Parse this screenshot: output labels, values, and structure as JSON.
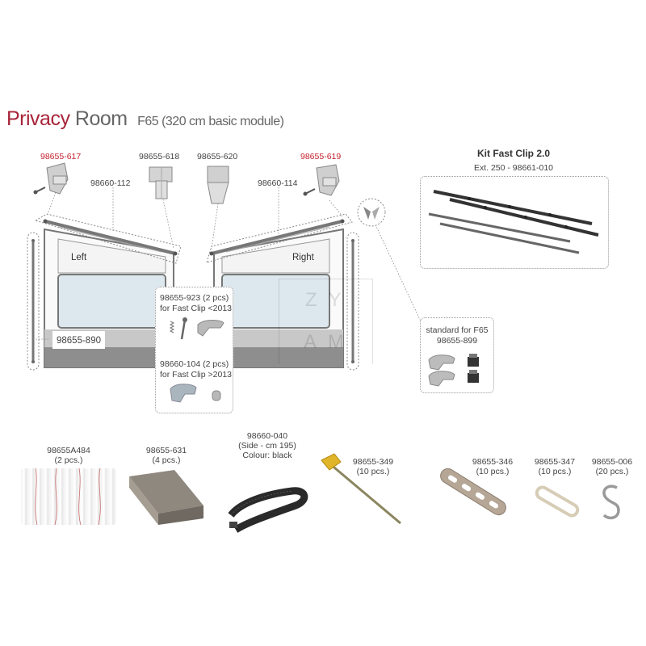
{
  "title": {
    "word1": "Privacy",
    "word2": "Room",
    "subtitle": "F65 (320 cm basic module)"
  },
  "parts_top": {
    "p617": "98655-617",
    "p618": "98655-618",
    "p620": "98655-620",
    "p619": "98655-619",
    "rail_left": "98660-112",
    "rail_right": "98660-114"
  },
  "panel": {
    "left_label": "Left",
    "right_label": "Right"
  },
  "pole_label": "98655-890",
  "clip_box": {
    "line1": "98655-923 (2 pcs)",
    "line2": "for Fast Clip <2013",
    "line3": "98660-104 (2 pcs)",
    "line4": "for Fast Clip >2013"
  },
  "kit_box": {
    "title": "Kit Fast Clip 2.0",
    "subtitle": "Ext. 250 - 98661-010"
  },
  "standard_box": {
    "line1": "standard for F65",
    "line2": "98655-899"
  },
  "watermark": {
    "line1": "ZY",
    "line2": "AM"
  },
  "bottom": [
    {
      "code": "98655A484",
      "qty": "(2 pcs.)"
    },
    {
      "code": "98655-631",
      "qty": "(4 pcs.)"
    },
    {
      "code": "98660-040",
      "qty": "(Side - cm 195)",
      "extra": "Colour: black"
    },
    {
      "code": "98655-349",
      "qty": "(10 pcs.)"
    },
    {
      "code": "98655-346",
      "qty": "(10 pcs.)"
    },
    {
      "code": "98655-347",
      "qty": "(10 pcs.)"
    },
    {
      "code": "98655-006",
      "qty": "(20 pcs.)"
    }
  ],
  "colors": {
    "accent_red": "#c4212e",
    "frame_grey": "#777777",
    "panel_grey": "#909090",
    "window_blue": "#dde8ee"
  }
}
